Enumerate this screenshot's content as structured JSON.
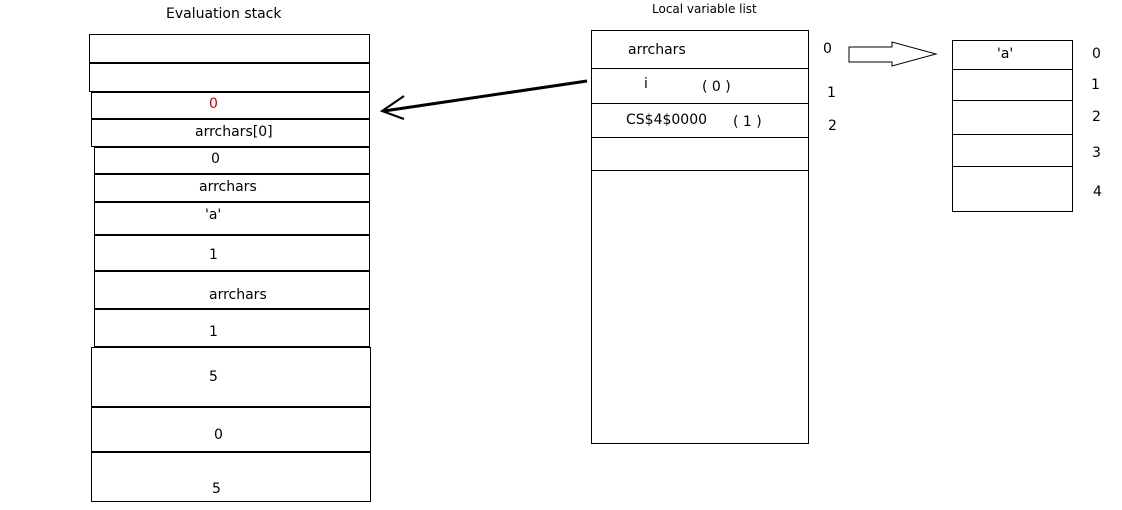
{
  "diagram": {
    "titles": {
      "evaluation_stack": "Evaluation stack",
      "local_variable_list": "Local variable list"
    },
    "evaluation_stack": {
      "cells": [
        {
          "text": "",
          "color": "#000000"
        },
        {
          "text": "",
          "color": "#000000"
        },
        {
          "text": "0",
          "color": "#cc0000"
        },
        {
          "text": "arrchars[0]",
          "color": "#000000"
        },
        {
          "text": "0",
          "color": "#000000"
        },
        {
          "text": "arrchars",
          "color": "#000000"
        },
        {
          "text": "'a'",
          "color": "#000000"
        },
        {
          "text": "1",
          "color": "#000000"
        },
        {
          "text": "arrchars",
          "color": "#000000"
        },
        {
          "text": "1",
          "color": "#000000"
        },
        {
          "text": "5",
          "color": "#000000"
        },
        {
          "text": "0",
          "color": "#000000"
        },
        {
          "text": "5",
          "color": "#000000"
        }
      ]
    },
    "local_variable_list": {
      "rows": [
        {
          "name": "arrchars",
          "value": "",
          "index": "0"
        },
        {
          "name": "i",
          "value": "( 0 )",
          "index": "1"
        },
        {
          "name": "CS$4$0000",
          "value": "( 1 )",
          "index": "2"
        }
      ]
    },
    "array": {
      "cells": [
        {
          "text": "'a'",
          "index": "0"
        },
        {
          "text": "",
          "index": "1"
        },
        {
          "text": "",
          "index": "2"
        },
        {
          "text": "",
          "index": "3"
        },
        {
          "text": "",
          "index": "4"
        }
      ]
    }
  }
}
